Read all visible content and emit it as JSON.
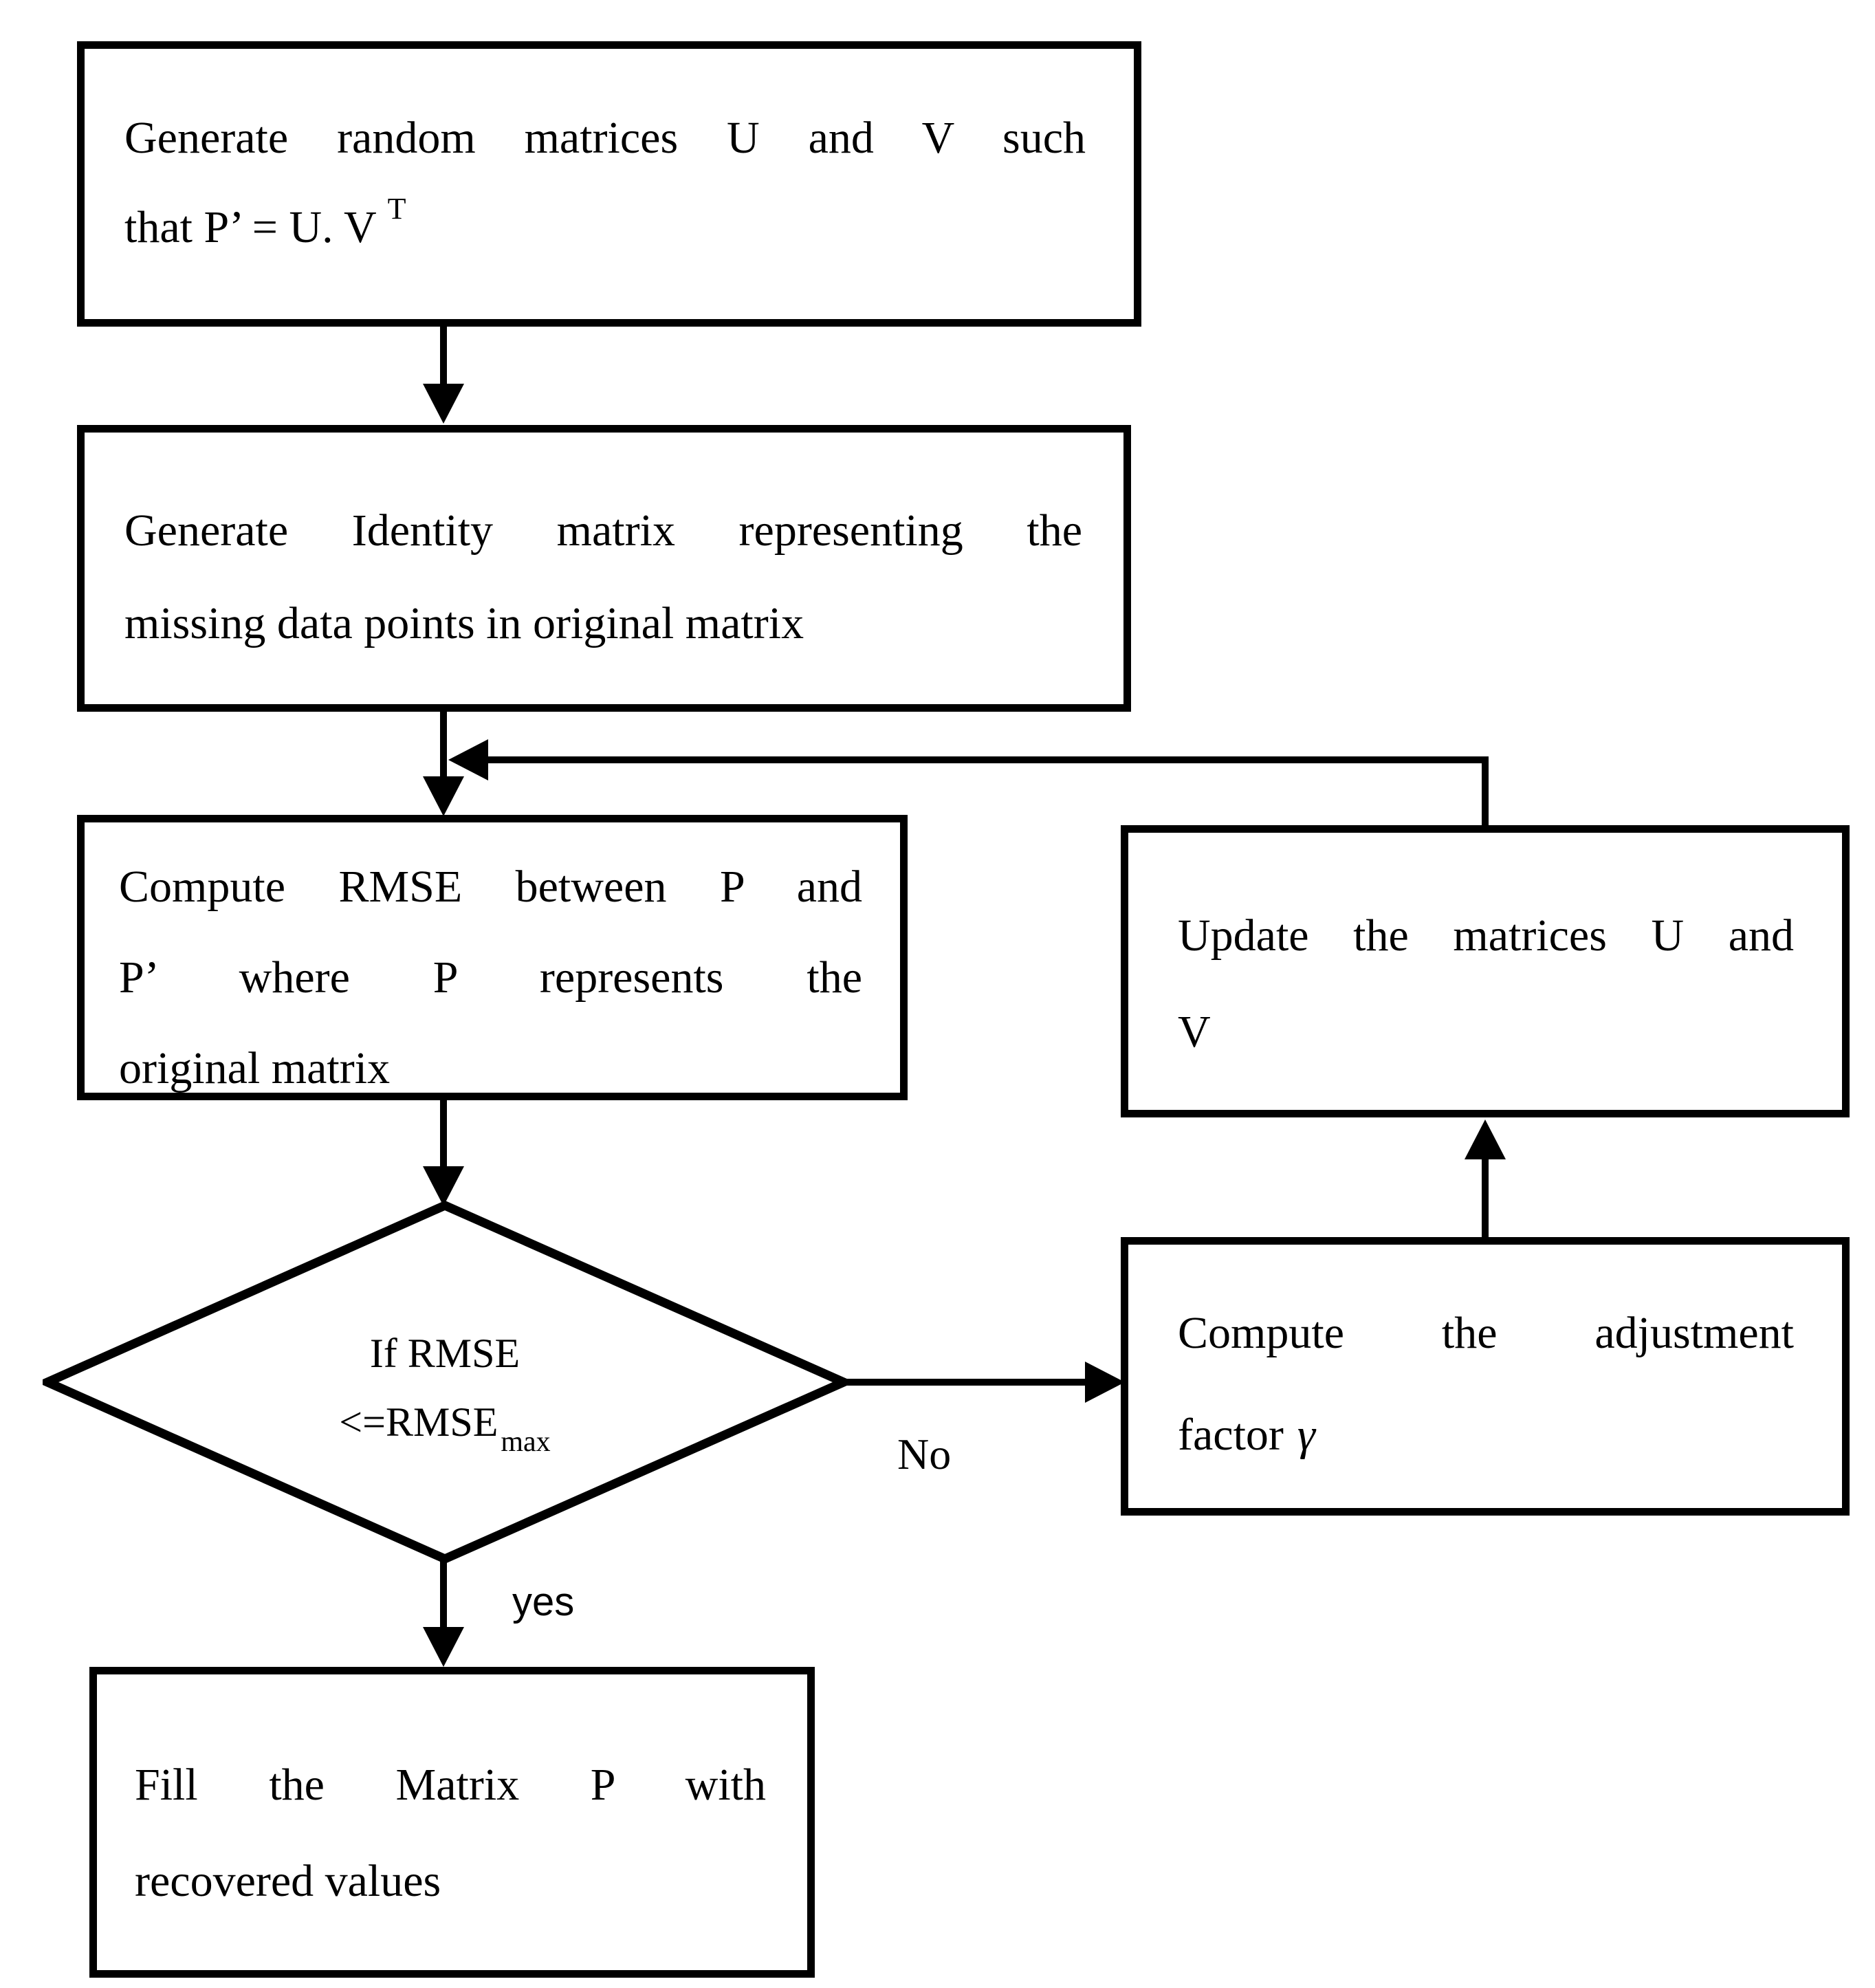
{
  "figure": {
    "background": "#ffffff",
    "stroke": "#000000",
    "type": "flowchart"
  },
  "nodes": {
    "generate_uv": {
      "line1": "Generate random matrices U and V such",
      "line2": "that P’ = U. V",
      "sup": "T"
    },
    "identity": {
      "line1": "Generate Identity matrix representing the",
      "line2": "missing data points in original matrix"
    },
    "rmse": {
      "line1": "Compute RMSE between P and",
      "line2": "P’ where P represents the",
      "line3": "original matrix"
    },
    "decision": {
      "line1": "If RMSE",
      "line2": "<=RMSE",
      "sub": "max"
    },
    "update": {
      "line1": "Update the matrices U and",
      "line2": "V"
    },
    "adjust": {
      "line1": "Compute the adjustment",
      "line2": "factor",
      "symbol": "γ"
    },
    "fill": {
      "line1": "Fill the Matrix P with",
      "line2": "recovered values"
    }
  },
  "labels": {
    "yes": "yes",
    "no": "No"
  }
}
